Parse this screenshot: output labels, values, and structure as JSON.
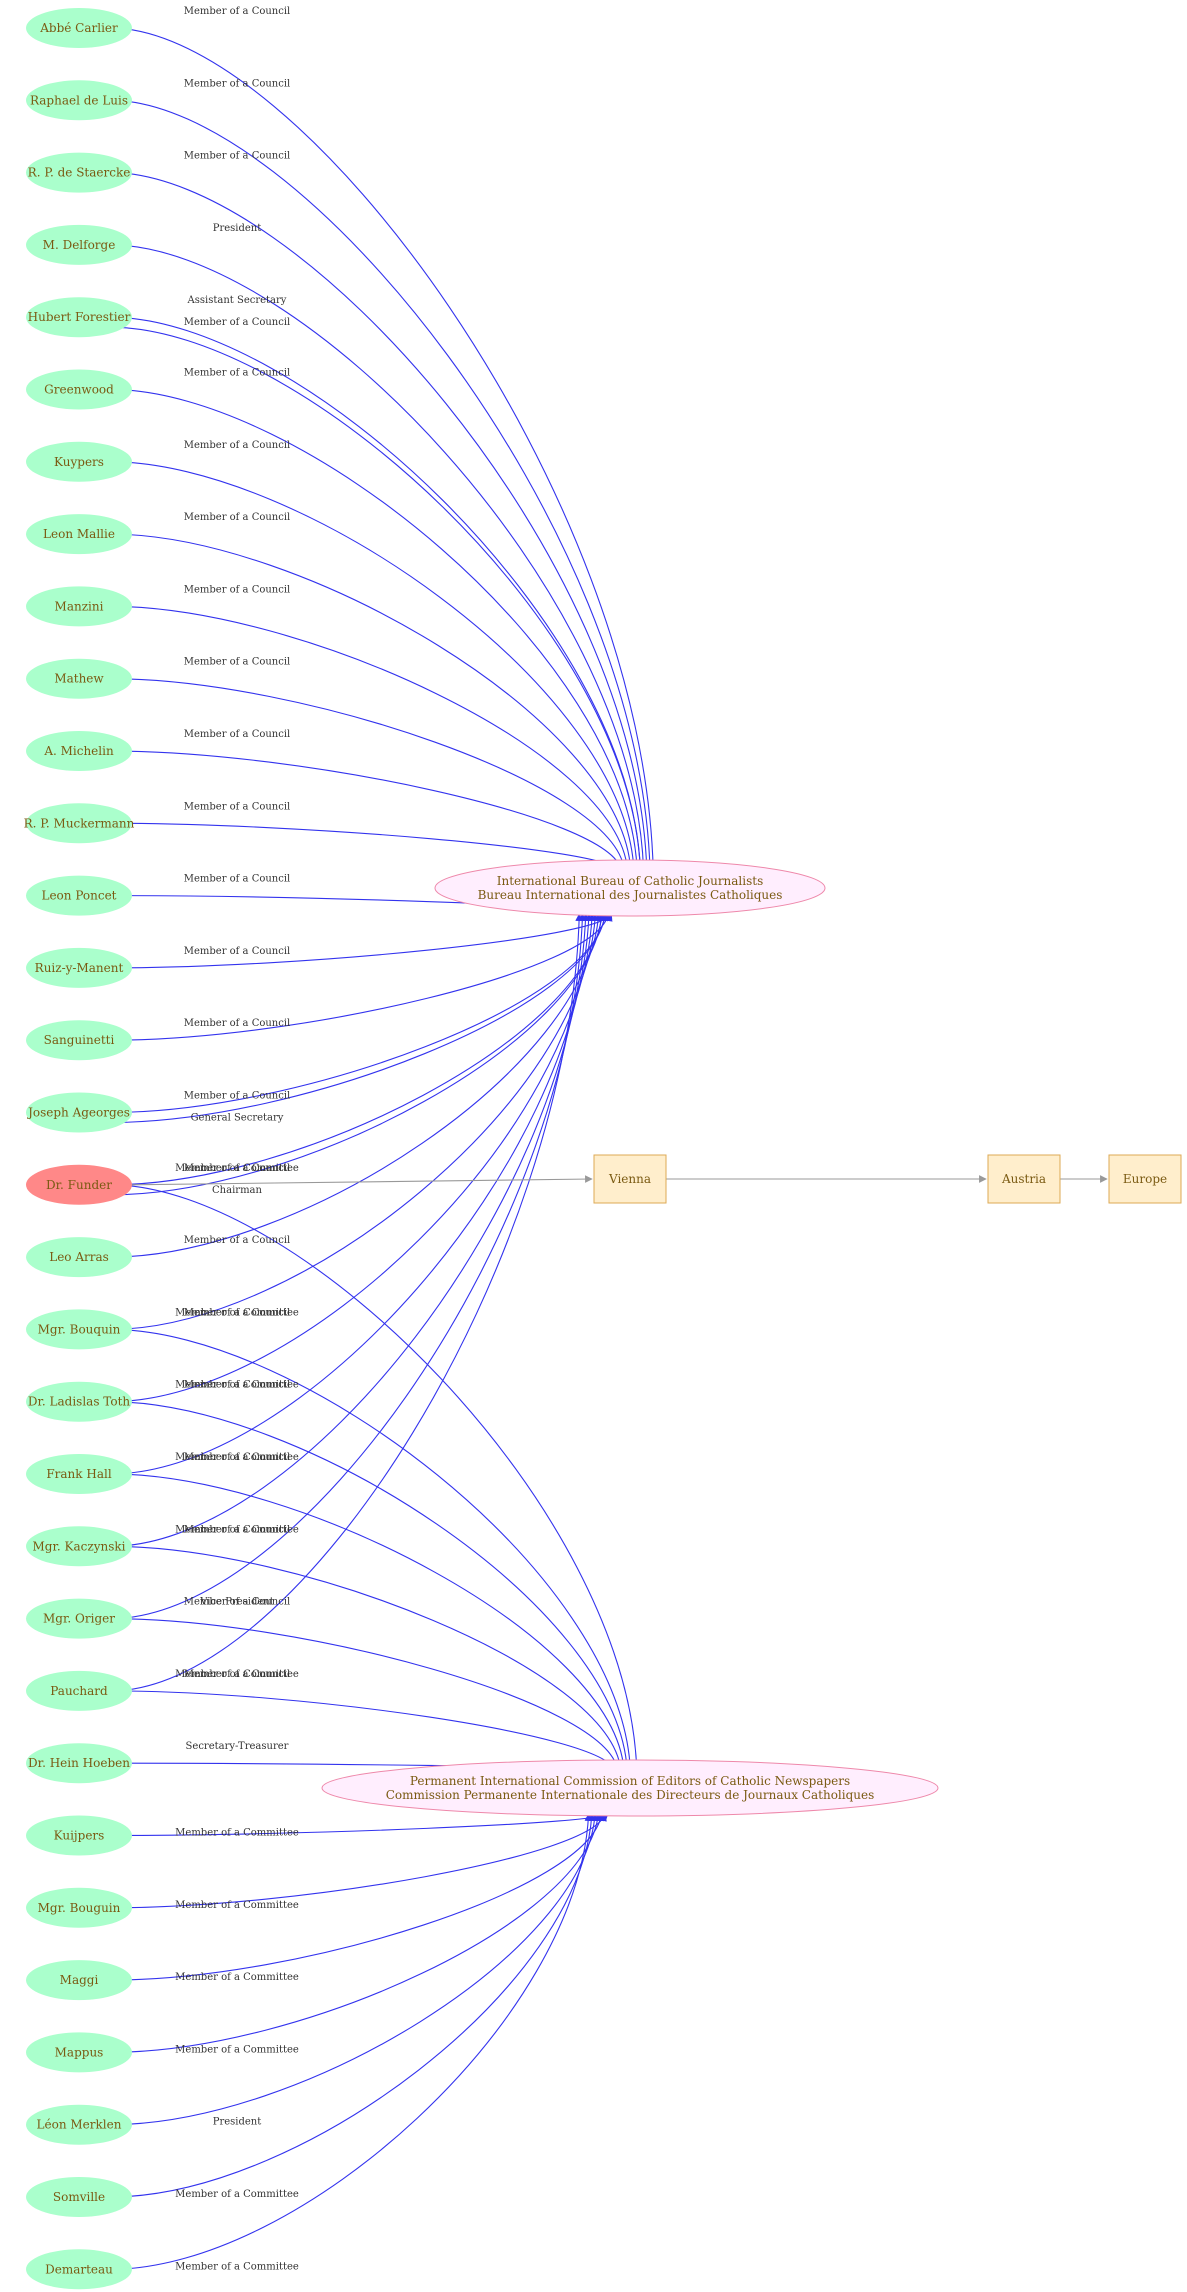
{
  "colors": {
    "person_fill": "#aaffcc",
    "person_highlight_fill": "#ff8888",
    "org_fill": "#ffeefe",
    "org_stroke": "#ee88aa",
    "place_fill": "#ffeecc",
    "place_stroke": "#ddaa55",
    "edge_blue": "#3333ee",
    "edge_gray": "#999999",
    "text_brown": "#7a5a12"
  },
  "orgs": {
    "ibcj": {
      "line1": "International Bureau of Catholic Journalists",
      "line2": "Bureau International des Journalistes Catholiques"
    },
    "picecn": {
      "line1": "Permanent International Commission of Editors of Catholic Newspapers",
      "line2": "Commission Permanente Internationale des Directeurs de Journaux Catholiques"
    }
  },
  "places": [
    "Vienna",
    "Austria",
    "Europe"
  ],
  "people": [
    "Abbé Carlier",
    "Raphael de Luis",
    "R. P. de Staercke",
    "M. Delforge",
    "Hubert Forestier",
    "Greenwood",
    "Kuypers",
    "Leon Mallie",
    "Manzini",
    "Mathew",
    "A. Michelin",
    "R. P. Muckermann",
    "Leon Poncet",
    "Ruiz-y-Manent",
    "Sanguinetti",
    "Joseph Ageorges",
    "Dr. Funder",
    "Leo Arras",
    "Mgr. Bouquin",
    "Dr. Ladislas Toth",
    "Frank Hall",
    "Mgr. Kaczynski",
    "Mgr. Origer",
    "Pauchard",
    "Dr. Hein Hoeben",
    "Kuijpers",
    "Mgr. Bouguin",
    "Maggi",
    "Mappus",
    "Léon Merklen",
    "Somville",
    "Demarteau"
  ],
  "highlight_person": 16,
  "edges": [
    {
      "from": 0,
      "to": "ibcj",
      "label": "Member of a Council"
    },
    {
      "from": 1,
      "to": "ibcj",
      "label": "Member of a Council"
    },
    {
      "from": 2,
      "to": "ibcj",
      "label": "Member of a Council"
    },
    {
      "from": 3,
      "to": "ibcj",
      "label": "President"
    },
    {
      "from": 4,
      "to": "ibcj",
      "label": "Assistant Secretary"
    },
    {
      "from": 4,
      "to": "ibcj",
      "label": "Member of a Council"
    },
    {
      "from": 5,
      "to": "ibcj",
      "label": "Member of a Council"
    },
    {
      "from": 6,
      "to": "ibcj",
      "label": "Member of a Council"
    },
    {
      "from": 7,
      "to": "ibcj",
      "label": "Member of a Council"
    },
    {
      "from": 8,
      "to": "ibcj",
      "label": "Member of a Council"
    },
    {
      "from": 9,
      "to": "ibcj",
      "label": "Member of a Council"
    },
    {
      "from": 10,
      "to": "ibcj",
      "label": "Member of a Council"
    },
    {
      "from": 11,
      "to": "ibcj",
      "label": "Member of a Council"
    },
    {
      "from": 12,
      "to": "ibcj",
      "label": "Member of a Council"
    },
    {
      "from": 13,
      "to": "ibcj",
      "label": "Member of a Council"
    },
    {
      "from": 14,
      "to": "ibcj",
      "label": "Member of a Council"
    },
    {
      "from": 15,
      "to": "ibcj",
      "label": "Member of a Council"
    },
    {
      "from": 15,
      "to": "ibcj",
      "label": "General Secretary"
    },
    {
      "from": 16,
      "to": "ibcj",
      "label": "Member of a Council"
    },
    {
      "from": 16,
      "to": "ibcj",
      "label": "Chairman"
    },
    {
      "from": 16,
      "to": "picecn",
      "label": "Member of a Committee"
    },
    {
      "from": 17,
      "to": "ibcj",
      "label": "Member of a Council"
    },
    {
      "from": 18,
      "to": "ibcj",
      "label": "Member of a Council"
    },
    {
      "from": 18,
      "to": "picecn",
      "label": "Member of a Committee"
    },
    {
      "from": 19,
      "to": "ibcj",
      "label": "Member of a Council"
    },
    {
      "from": 19,
      "to": "picecn",
      "label": "Member of a Committee"
    },
    {
      "from": 20,
      "to": "ibcj",
      "label": "Member of a Council"
    },
    {
      "from": 20,
      "to": "picecn",
      "label": "Member of a Committee"
    },
    {
      "from": 21,
      "to": "ibcj",
      "label": "Member of a Council"
    },
    {
      "from": 21,
      "to": "picecn",
      "label": "Member of a Committee"
    },
    {
      "from": 22,
      "to": "ibcj",
      "label": "Member of a Council"
    },
    {
      "from": 22,
      "to": "picecn",
      "label": "Vice President"
    },
    {
      "from": 23,
      "to": "ibcj",
      "label": "Member of a Council"
    },
    {
      "from": 23,
      "to": "picecn",
      "label": "Member of a Committee"
    },
    {
      "from": 24,
      "to": "picecn",
      "label": "Secretary-Treasurer"
    },
    {
      "from": 25,
      "to": "picecn",
      "label": "Member of a Committee"
    },
    {
      "from": 26,
      "to": "picecn",
      "label": "Member of a Committee"
    },
    {
      "from": 27,
      "to": "picecn",
      "label": "Member of a Committee"
    },
    {
      "from": 28,
      "to": "picecn",
      "label": "Member of a Committee"
    },
    {
      "from": 29,
      "to": "picecn",
      "label": "President"
    },
    {
      "from": 30,
      "to": "picecn",
      "label": "Member of a Committee"
    },
    {
      "from": 31,
      "to": "picecn",
      "label": "Member of a Committee"
    }
  ],
  "place_edges": [
    {
      "from": "Dr. Funder",
      "to": "Vienna"
    },
    {
      "from": "Vienna",
      "to": "Austria"
    },
    {
      "from": "Austria",
      "to": "Europe"
    }
  ]
}
